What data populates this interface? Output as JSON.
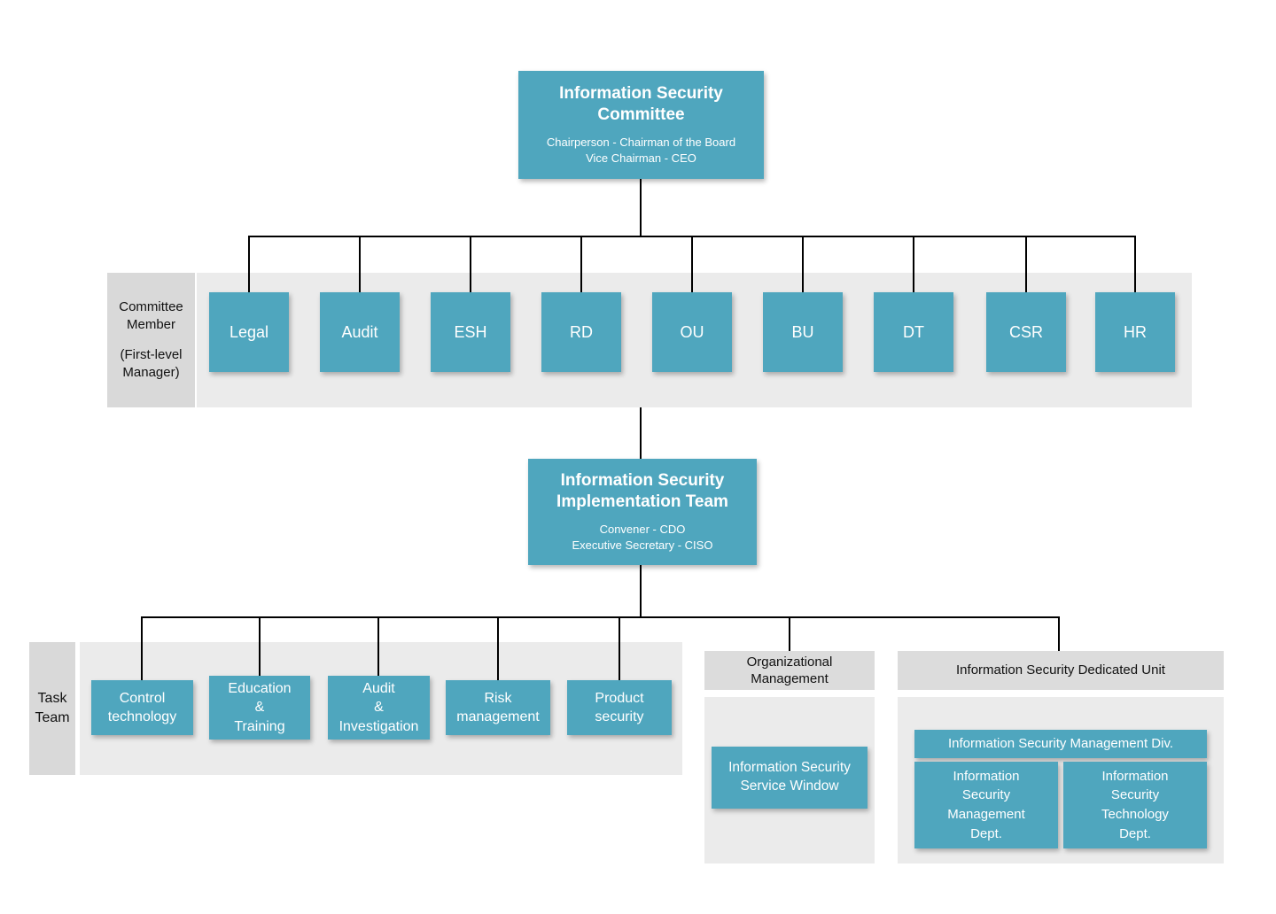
{
  "colors": {
    "teal": "#4FA6BE",
    "band": "#EBEBEB",
    "label_gray": "#D9D9D9",
    "header_gray": "#DCDCDC",
    "line": "#000000"
  },
  "committee": {
    "title": "Information Security Committee",
    "subtitle_line1": "Chairperson - Chairman of the Board",
    "subtitle_line2": "Vice Chairman - CEO",
    "member_label_line1": "Committee Member",
    "member_label_line2": "(First-level Manager)",
    "members": [
      "Legal",
      "Audit",
      "ESH",
      "RD",
      "OU",
      "BU",
      "DT",
      "CSR",
      "HR"
    ]
  },
  "implementation": {
    "title": "Information Security Implementation Team",
    "subtitle_line1": "Convener - CDO",
    "subtitle_line2": "Executive Secretary - CISO"
  },
  "task_team": {
    "label": "Task\nTeam",
    "items": [
      "Control\ntechnology",
      "Education\n&\nTraining",
      "Audit\n&\nInvestigation",
      "Risk\nmanagement",
      "Product\nsecurity"
    ]
  },
  "org_management": {
    "header": "Organizational\nManagement",
    "service_window": "Information Security Service Window"
  },
  "dedicated_unit": {
    "header": "Information Security Dedicated Unit",
    "division": "Information Security Management Div.",
    "dept_left": "Information\nSecurity\nManagement\nDept.",
    "dept_right": "Information\nSecurity\nTechnology\nDept."
  }
}
